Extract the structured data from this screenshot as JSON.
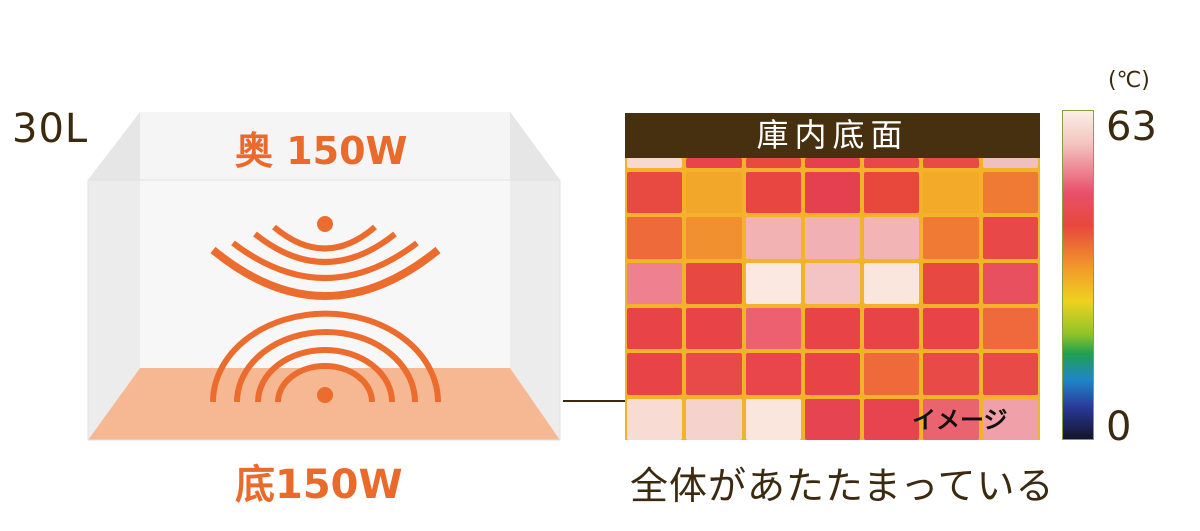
{
  "capacity": "30L",
  "back_heater": {
    "label": "奥 150W"
  },
  "bottom_heater": {
    "label": "底150W"
  },
  "thermal_image": {
    "title": "庫内底面",
    "note": "イメージ",
    "scale": {
      "unit": "(℃)",
      "max": "63",
      "min": "0"
    },
    "cells": [
      [
        "#f7d9d0",
        "#e8444a",
        "#e84a40",
        "#e64050",
        "#e8484a",
        "#e84a44",
        "#f0c0c0"
      ],
      [
        "#e84a42",
        "#f2a62a",
        "#e84640",
        "#e44050",
        "#e8483c",
        "#f2aa28",
        "#ee7a34"
      ],
      [
        "#ee6a3a",
        "#f0902e",
        "#f2b2b4",
        "#f0b0b4",
        "#f2b4b4",
        "#f07a34",
        "#e84848"
      ],
      [
        "#ee8090",
        "#e84842",
        "#fbe8e0",
        "#f4c4c4",
        "#fbe6de",
        "#e84842",
        "#e85060"
      ],
      [
        "#e84448",
        "#e84448",
        "#ec6070",
        "#e84448",
        "#e84448",
        "#e84448",
        "#ee6a3c"
      ],
      [
        "#e84448",
        "#e84a4a",
        "#e8464a",
        "#e84448",
        "#ee6a3a",
        "#e84a48",
        "#e84a48"
      ],
      [
        "#f8dcd4",
        "#f6d2cc",
        "#fbe6de",
        "#e64450",
        "#e84450",
        "#ea6470",
        "#f0a0a8"
      ]
    ]
  },
  "caption": "全体があたたまっている",
  "colors": {
    "accent": "#ea6a2c",
    "floor": "#f3a06f",
    "text": "#3c2a10",
    "title_bar": "#463010"
  }
}
